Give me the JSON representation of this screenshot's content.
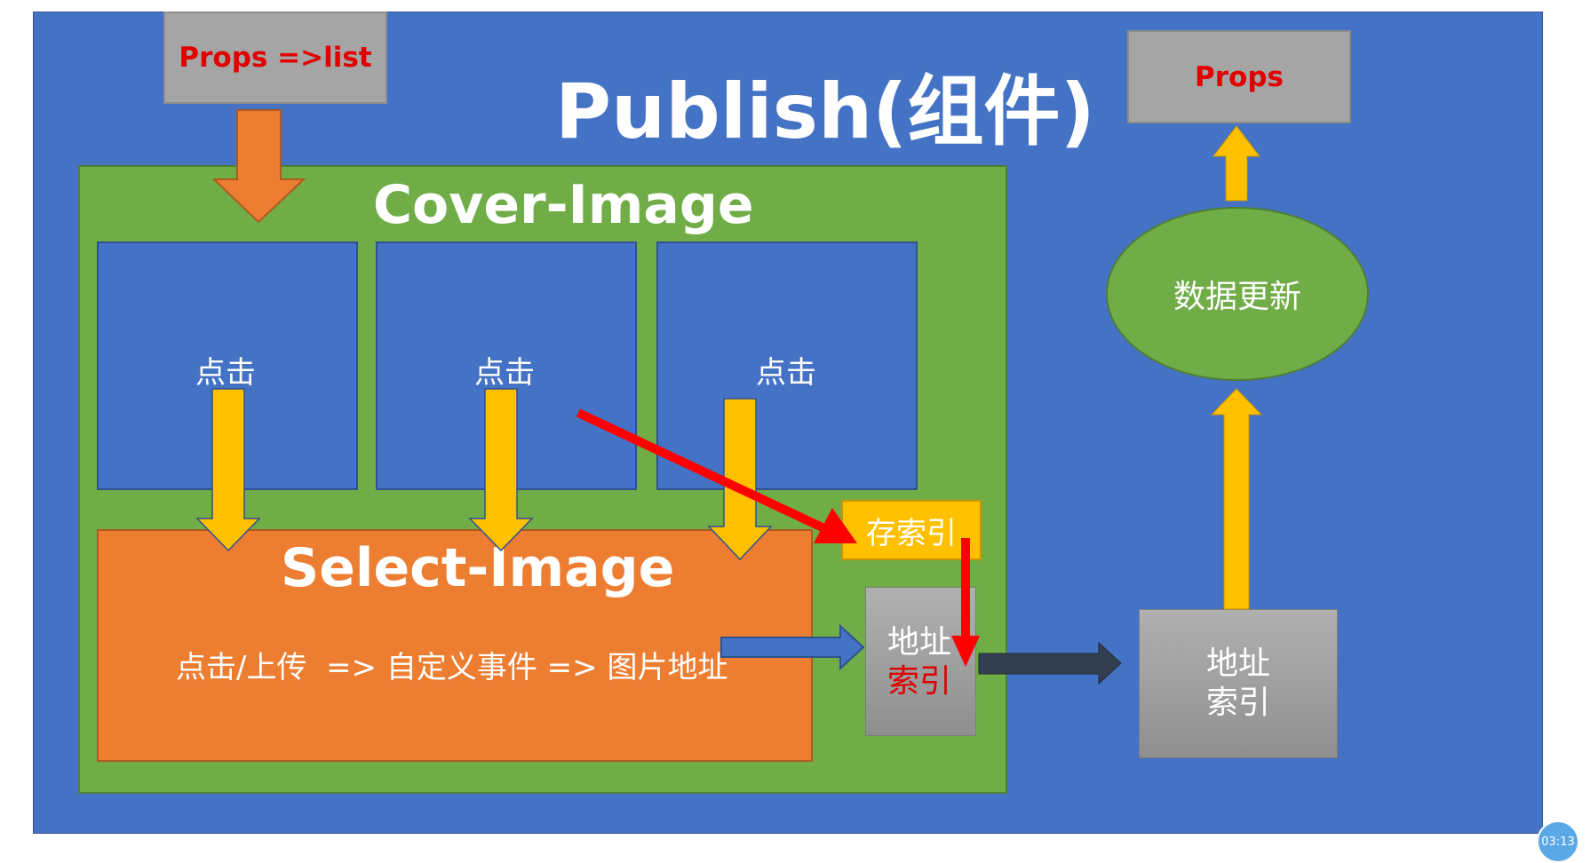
{
  "diagram": {
    "title": "Publish(组件)",
    "props_list": "Props =>list",
    "props_output": "Props",
    "cover_image": {
      "title": "Cover-Image",
      "panels": [
        {
          "label": "点击"
        },
        {
          "label": "点击"
        },
        {
          "label": "点击"
        }
      ]
    },
    "select_image": {
      "title": "Select-Image",
      "description": "点击/上传  => 自定义事件 => 图片地址"
    },
    "store_index": "存索引",
    "address_small": {
      "line1": "地址",
      "line2": "索引"
    },
    "address_big": {
      "line1": "地址",
      "line2": "索引"
    },
    "data_update": "数据更新"
  },
  "player": {
    "timestamp": "03:13"
  },
  "colors": {
    "slide_bg": "#4472c4",
    "cover_bg": "#70ad47",
    "select_bg": "#ed7d31",
    "gold": "#ffc000",
    "gray": "#a5a5a5",
    "red_arrow": "#ff0000",
    "dark_arrow": "#333f50",
    "props_text": "#e00000"
  }
}
